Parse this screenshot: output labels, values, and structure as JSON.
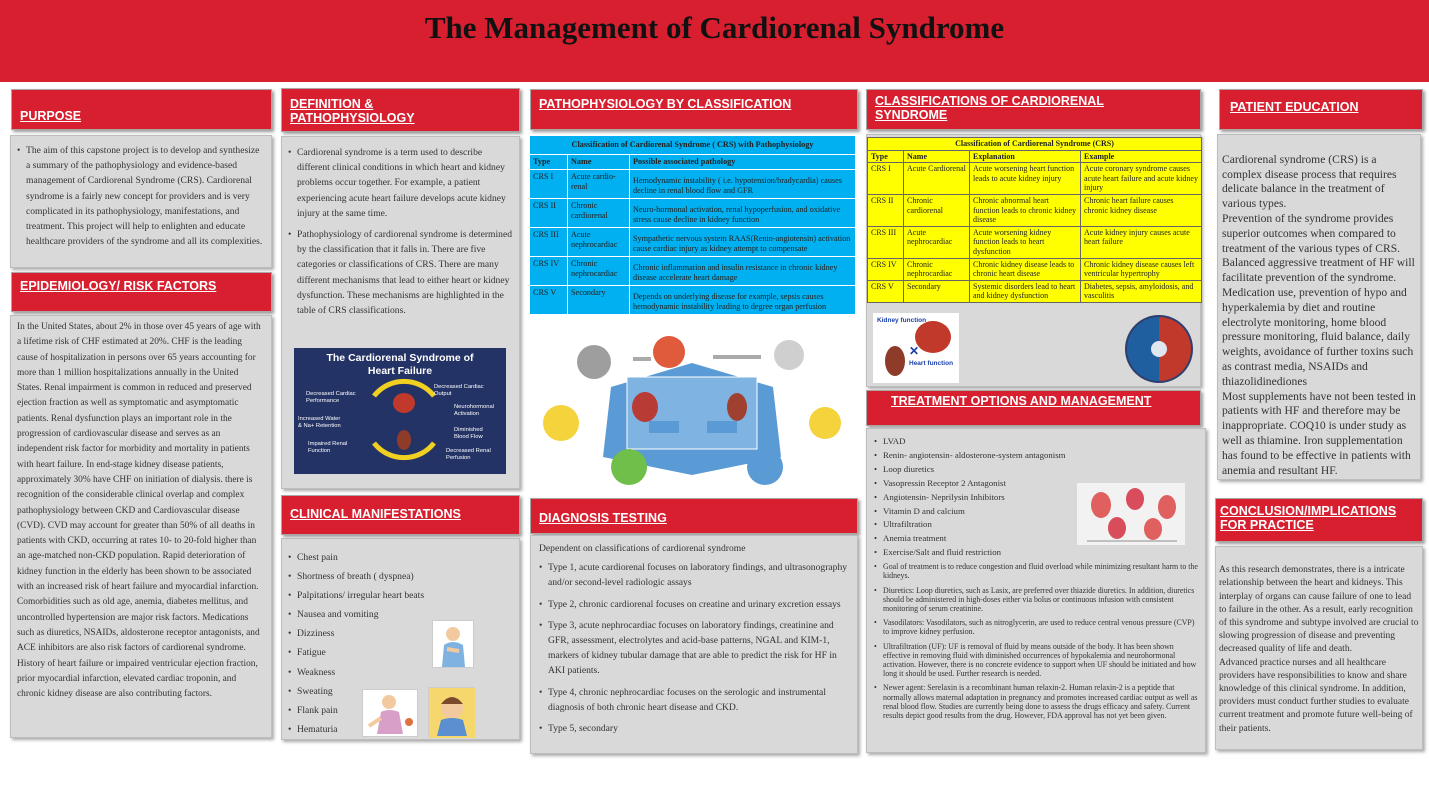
{
  "title": "The Management of Cardiorenal Syndrome",
  "headers": {
    "purpose": "PURPOSE",
    "definition": "DEFINITION & PATHOPHYSIOLOGY",
    "patho_class": "PATHOPHYSIOLOGY BY CLASSIFICATION",
    "classifications": "CLASSIFICATIONS OF CARDIORENAL SYNDROME",
    "patient_ed": "PATIENT EDUCATION",
    "epidemiology": "EPIDEMIOLOGY/ RISK FACTORS",
    "clinical": "CLINICAL MANIFESTATIONS",
    "diagnosis": "DIAGNOSIS TESTING",
    "treatment": "TREATMENT OPTIONS AND MANAGEMENT",
    "conclusion": "CONCLUSION/IMPLICATIONS FOR PRACTICE"
  },
  "purpose": "The aim of this capstone project is to develop and synthesize a summary of the pathophysiology and evidence-based management of Cardiorenal Syndrome (CRS). Cardiorenal syndrome is a fairly new concept for providers and is very complicated in its pathophysiology, manifestations, and treatment. This project will help to enlighten and educate healthcare providers of the syndrome and all its complexities.",
  "definition": [
    "Cardiorenal syndrome is a term used to describe different clinical conditions in which heart and kidney problems occur together. For example, a patient experiencing acute heart failure develops acute kidney injury at the same time.",
    "Pathophysiology of cardiorenal syndrome is determined by the classification that it falls in. There are five categories or classifications of CRS. There are many different mechanisms that lead to either heart or kidney dysfunction. These mechanisms are highlighted in the table of CRS classifications."
  ],
  "heart_failure_figure": {
    "title": "The Cardiorenal Syndrome of Heart Failure",
    "labels": [
      "Decreased Cardiac Performance",
      "Decreased Cardiac Output",
      "Neurohormonal Activation",
      "Increased Water & Na+ Retention",
      "Diminished Blood Flow",
      "Impaired Renal Function",
      "Decreased Renal Perfusion"
    ]
  },
  "patho_table": {
    "caption": "Classification of Cardiorenal Syndrome ( CRS) with Pathophysiology",
    "headers": [
      "Type",
      "Name",
      "Possible associated pathology"
    ],
    "rows": [
      [
        "CRS I",
        "Acute cardio-renal",
        "Hemodynamic instability ( i.e. hypotension/bradycardia) causes decline in renal blood flow and GFR"
      ],
      [
        "CRS II",
        "Chronic cardiorenal",
        "Neuro-hormonal activation, renal hypoperfusion, and oxidative stress cause decline in kidney function"
      ],
      [
        "CRS III",
        "Acute nephrocardiac",
        "Sympathetic nervous system RAAS(Renin-angiotensin) activation cause cardiac injury as kidney attempt to compensate"
      ],
      [
        "CRS IV",
        "Chronic nephrocardiac",
        "Chronic inflammation and insulin resistance in chronic kidney disease accelerate heart damage"
      ],
      [
        "CRS V",
        "Secondary",
        "Depends on underlying disease for example, sepsis causes hemodynamic instability leading to degree organ perfusion"
      ]
    ]
  },
  "class_table": {
    "caption": "Classification of Cardiorenal Syndrome (CRS)",
    "headers": [
      "Type",
      "Name",
      "Explanation",
      "Example"
    ],
    "rows": [
      [
        "CRS I",
        "Acute Cardiorenal",
        "Acute worsening heart function leads to acute kidney injury",
        "Acute coronary syndrome causes acute heart failure and acute kidney injury"
      ],
      [
        "CRS II",
        "Chronic cardiorenal",
        "Chronic abnormal heart function leads to chronic kidney disease",
        "Chronic heart failure causes chronic kidney disease"
      ],
      [
        "CRS III",
        "Acute nephrocardiac",
        "Acute worsening kidney function leads to heart dysfunction",
        "Acute kidney injury causes acute heart failure"
      ],
      [
        "CRS IV",
        "Chronic nephrocardiac",
        "Chronic kidney disease leads to chronic heart disease",
        "Chronic kidney disease causes left ventricular hypertrophy"
      ],
      [
        "CRS V",
        "Secondary",
        "Systemic disorders lead to heart and kidney dysfunction",
        "Diabetes, sepsis, amyloidosis, and vasculitis"
      ]
    ]
  },
  "kidney_figure": {
    "kidney": "Kidney function",
    "heart": "Heart function"
  },
  "patient_education": "Cardiorenal syndrome (CRS) is a complex disease process that requires delicate balance in the treatment of various types.\nPrevention of the syndrome provides superior outcomes when compared to treatment of the various types of CRS. Balanced aggressive treatment of HF will facilitate prevention of the syndrome. Medication use, prevention of hypo and hyperkalemia by diet and routine electrolyte monitoring, home blood pressure monitoring, fluid balance, daily weights, avoidance of further toxins such as contrast media, NSAIDs and thiazolidinediones\nMost supplements have not been tested in patients with HF and therefore may be inappropriate. COQ10 is under study as well as thiamine. Iron supplementation has found to be effective in patients with anemia and resultant HF.",
  "epidemiology": "In the United States, about 2% in those over 45 years of age with a lifetime risk of CHF estimated at 20%. CHF is the leading cause of hospitalization in persons over 65 years accounting for more than 1 million hospitalizations annually in the United States. Renal impairment is common in reduced and preserved ejection fraction as well as symptomatic and asymptomatic patients. Renal dysfunction plays an important role in the progression of cardiovascular disease and serves as an independent risk factor for morbidity and mortality in patients with heart failure. In end-stage kidney disease patients, approximately 30% have CHF on initiation of dialysis. there is recognition of the considerable clinical overlap and complex pathophysiology between CKD and Cardiovascular disease (CVD). CVD may account for greater than 50% of all deaths in patients with CKD, occurring at rates 10- to 20-fold higher than an age-matched non-CKD population. Rapid deterioration of kidney function in the elderly has been shown to be associated with an increased risk of heart failure and myocardial infarction. Comorbidities such as old age, anemia, diabetes mellitus, and uncontrolled hypertension are major risk factors. Medications such as diuretics, NSAIDs, aldosterone receptor antagonists, and ACE inhibitors are also risk factors of cardiorenal syndrome. History of heart failure or impaired ventricular ejection fraction, prior myocardial infarction, elevated cardiac troponin, and chronic kidney disease are also contributing factors.",
  "clinical": [
    "Chest pain",
    "Shortness of breath ( dyspnea)",
    "Palpitations/ irregular heart beats",
    "Nausea and vomiting",
    "Dizziness",
    "Fatigue",
    "Weakness",
    "Sweating",
    "Flank pain",
    "Hematuria"
  ],
  "diagnosis": {
    "intro": "Dependent on classifications of cardiorenal syndrome",
    "items": [
      "Type 1, acute cardiorenal focuses on laboratory findings, and ultrasonography and/or second-level radiologic assays",
      "Type 2, chronic cardiorenal focuses on creatine and urinary excretion essays",
      "Type 3, acute nephrocardiac focuses on laboratory findings, creatinine and GFR, assessment, electrolytes and acid-base patterns, NGAL and KIM-1, markers of kidney tubular damage that are able to predict the risk for HF in AKI patients.",
      "Type 4, chronic nephrocardiac focuses on the serologic and instrumental diagnosis of both chronic heart disease and CKD.",
      "Type 5, secondary"
    ]
  },
  "treatment": {
    "items": [
      "LVAD",
      "Renin- angiotensin- aldosterone-system antagonism",
      "Loop diuretics",
      "Vasopressin Receptor 2 Antagonist",
      "Angiotensin- Neprilysin Inhibitors",
      "Vitamin D and calcium",
      "Ultrafiltration",
      "Anemia treatment",
      "Exercise/Salt and fluid restriction"
    ],
    "details": [
      "Goal of treatment is to reduce congestion and fluid overload while minimizing resultant harm to the kidneys.",
      "Diuretics: Loop diuretics, such as Lasix, are preferred over thiazide diuretics. In addition, diuretics should be administered in high-doses either via bolus or continuous infusion with consistent monitoring of serum creatinine.",
      "Vasodilators: Vasodilators, such as nitroglycerin, are used to reduce central venous pressure (CVP) to improve kidney perfusion.",
      "Ultrafiltration (UF): UF is removal of fluid by means outside of the body. It has been shown effective in removing fluid with diminished occurrences of hypokalemia and neurohormonal activation. However, there is no concrete evidence to support when UF should be initiated and how long it should be used. Further research is needed.",
      "Newer agent: Serelaxin is a recombinant human relaxin-2. Human relaxin-2 is a peptide that normally allows maternal adaptation in pregnancy and promotes increased cardiac output as well as renal blood flow. Studies are currently being done to assess the drugs efficacy and safety. Current results depict good results from the drug. However, FDA approval has not yet been given."
    ]
  },
  "conclusion": "As this research demonstrates, there is a intricate relationship between the heart and kidneys. This interplay of organs can cause failure of one to lead to failure in the other. As a result, early recognition of this syndrome and subtype involved are crucial to slowing progression of disease and preventing decreased quality of life and death.\nAdvanced practice nurses and all healthcare providers have responsibilities to know and share knowledge of this clinical syndrome. In addition, providers must conduct further studies to evaluate current treatment and promote future well-being of their patients.",
  "colors": {
    "banner": "#d71f30",
    "panel": "#d9d9d9",
    "patho_table": "#00b0f0",
    "class_table": "#ffff00",
    "figure_bg": "#2a3a6e"
  },
  "icons": [
    "heart-kidney-diagram-icon",
    "kidney-heart-photo-icon",
    "cycle-diagram-icon",
    "kidney-stones-icon",
    "patient-chest-pain-icon",
    "patient-flank-pain-icon",
    "patient-headache-icon"
  ]
}
